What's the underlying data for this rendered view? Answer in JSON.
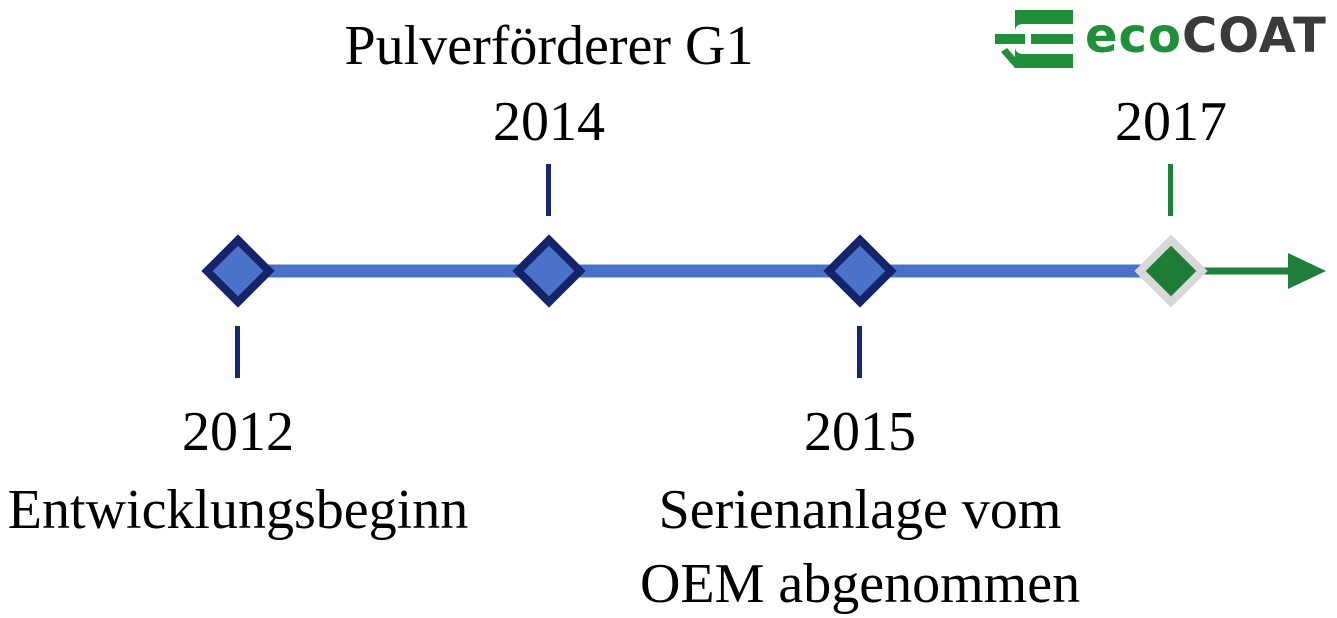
{
  "logo": {
    "part1": "eco",
    "part2": "COAT",
    "icon": "ecocoat-logo-mark",
    "color_eco": "#1f8f3a",
    "color_coat": "#3a3a3a"
  },
  "milestones": [
    {
      "year": "2012",
      "text": [
        "Entwicklungsbeginn"
      ],
      "position": "below",
      "status": "past"
    },
    {
      "year": "2014",
      "text": [
        "Pulverförderer G1"
      ],
      "position": "above",
      "status": "past"
    },
    {
      "year": "2015",
      "text": [
        "Serienanlage vom",
        "OEM abgenommen"
      ],
      "position": "below",
      "status": "past"
    },
    {
      "year": "2017",
      "text": [],
      "position": "above",
      "status": "current"
    }
  ],
  "colors": {
    "line": "#4a72c8",
    "marker_fill": "#4a72c8",
    "marker_stroke": "#13246a",
    "current_fill": "#1e7d35",
    "current_stroke": "#d8d8d8",
    "arrow": "#1f7f3a"
  }
}
